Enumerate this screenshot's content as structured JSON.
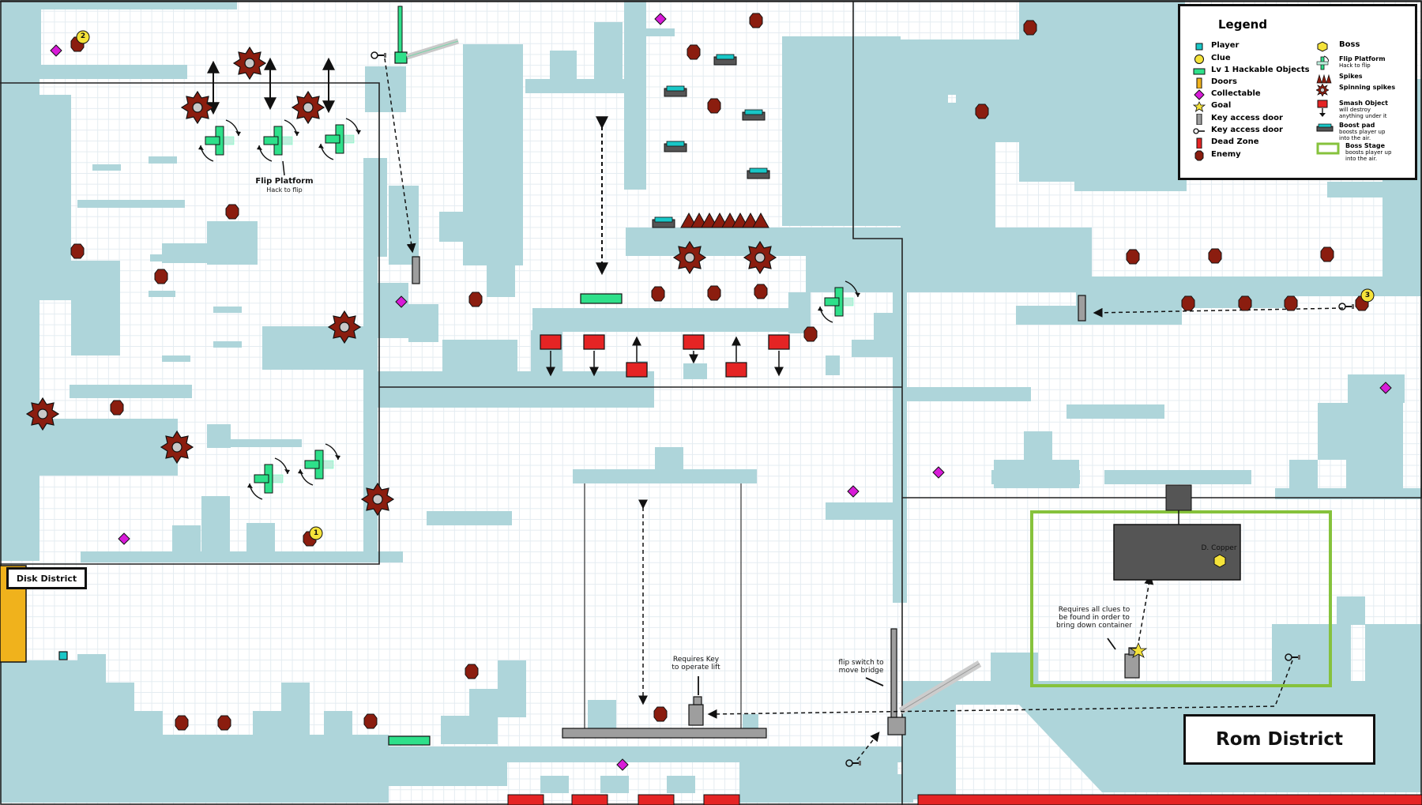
{
  "map": {
    "district_labels": {
      "disk": "Disk District",
      "rom": "Rom District"
    },
    "boss": {
      "name": "D. Copper"
    },
    "annotations": {
      "flip_platform_title": "Flip Platform",
      "flip_platform_sub": "Hack to flip",
      "requires_key": "Requires Key\nto operate lift",
      "flip_switch": "flip switch to\nmove bridge",
      "requires_clues": "Requires all clues to\nbe found in order to\nbring down container"
    },
    "clue_numbers": [
      "1",
      "2",
      "3"
    ]
  },
  "legend": {
    "title": "Legend",
    "left": [
      {
        "icon": "player-icon",
        "label": "Player"
      },
      {
        "icon": "clue-icon",
        "label": "Clue"
      },
      {
        "icon": "hackable-object-icon",
        "label": "Lv 1 Hackable Objects"
      },
      {
        "icon": "door-icon",
        "label": "Doors"
      },
      {
        "icon": "collectable-icon",
        "label": "Collectable"
      },
      {
        "icon": "goal-icon",
        "label": "Goal"
      },
      {
        "icon": "key-access-door-icon",
        "label": "Key access door"
      },
      {
        "icon": "key-icon",
        "label": "Key access door"
      },
      {
        "icon": "dead-zone-icon",
        "label": "Dead Zone"
      },
      {
        "icon": "enemy-icon",
        "label": "Enemy"
      }
    ],
    "right": [
      {
        "icon": "boss-icon",
        "label": "Boss",
        "sub": ""
      },
      {
        "icon": "flip-platform-icon",
        "label": "Flip Platform",
        "sub": "Hack to flip"
      },
      {
        "icon": "spikes-icon",
        "label": "Spikes",
        "sub": ""
      },
      {
        "icon": "spinning-spikes-icon",
        "label": "Spinning spikes",
        "sub": ""
      },
      {
        "icon": "smash-object-icon",
        "label": "Smash Object",
        "sub": "will destroy\nanything under it"
      },
      {
        "icon": "boost-pad-icon",
        "label": "Boost pad",
        "sub": "boosts player up\ninto the air."
      },
      {
        "icon": "boss-stage-icon",
        "label": "Boss Stage",
        "sub": "boosts player up\ninto the air."
      }
    ]
  },
  "colors": {
    "terrain": "#aed5da",
    "enemy": "#8b1d0f",
    "collectable": "#d81bd8",
    "player": "#19c7c7",
    "hackable": "#2ee08a",
    "door": "#f0b21c",
    "dead_zone": "#e52424",
    "boss_stage": "#86c23c",
    "clue": "#f5e33a"
  }
}
